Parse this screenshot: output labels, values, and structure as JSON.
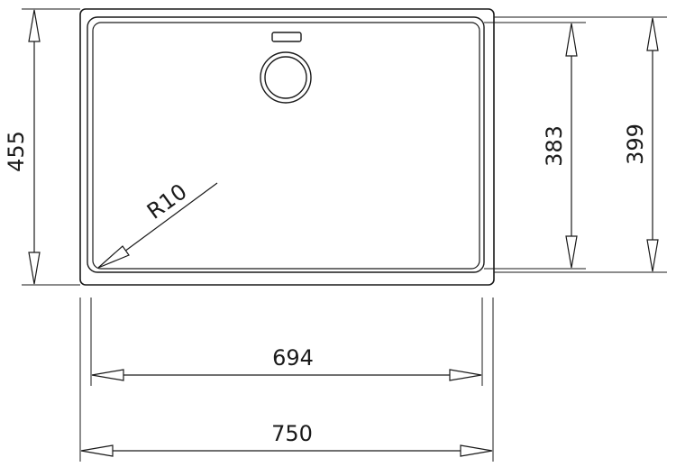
{
  "drawing": {
    "subject": "sink-outline-dimensions",
    "line_color": "#1a1a1a",
    "background": "#ffffff"
  },
  "dimensions": {
    "outer_height": "455",
    "inner_height": "383",
    "bowl_height": "399",
    "inner_width": "694",
    "outer_width": "750",
    "corner_radius": "R10"
  }
}
